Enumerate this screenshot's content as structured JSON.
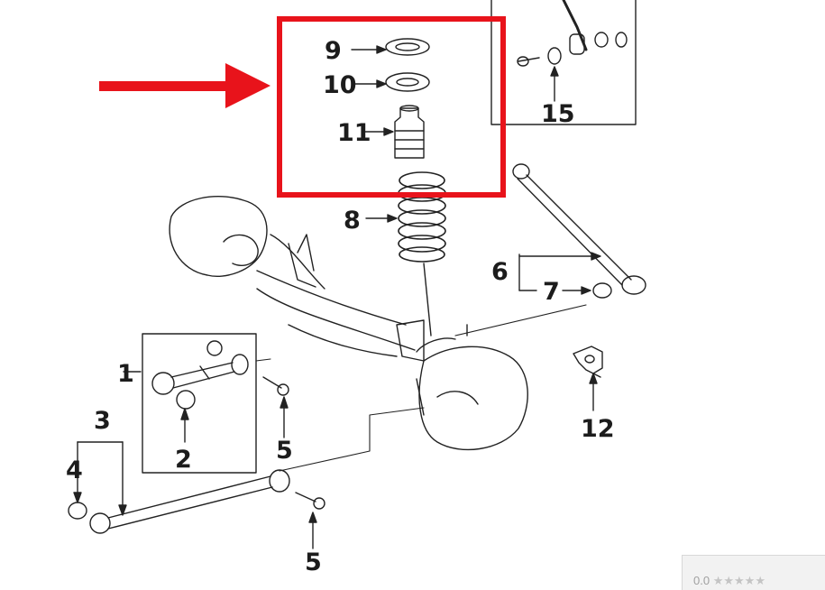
{
  "callouts": [
    {
      "id": "9",
      "label": "9"
    },
    {
      "id": "10",
      "label": "10"
    },
    {
      "id": "11",
      "label": "11"
    },
    {
      "id": "8",
      "label": "8"
    },
    {
      "id": "15",
      "label": "15"
    },
    {
      "id": "6",
      "label": "6"
    },
    {
      "id": "7",
      "label": "7"
    },
    {
      "id": "1",
      "label": "1"
    },
    {
      "id": "2",
      "label": "2"
    },
    {
      "id": "12",
      "label": "12"
    },
    {
      "id": "3",
      "label": "3"
    },
    {
      "id": "4",
      "label": "4"
    },
    {
      "id": "5a",
      "label": "5"
    },
    {
      "id": "5b",
      "label": "5"
    }
  ],
  "rating": {
    "score": "0.0",
    "stars": "★★★★★"
  },
  "colors": {
    "highlight": "#e8131b",
    "line": "#222222"
  }
}
